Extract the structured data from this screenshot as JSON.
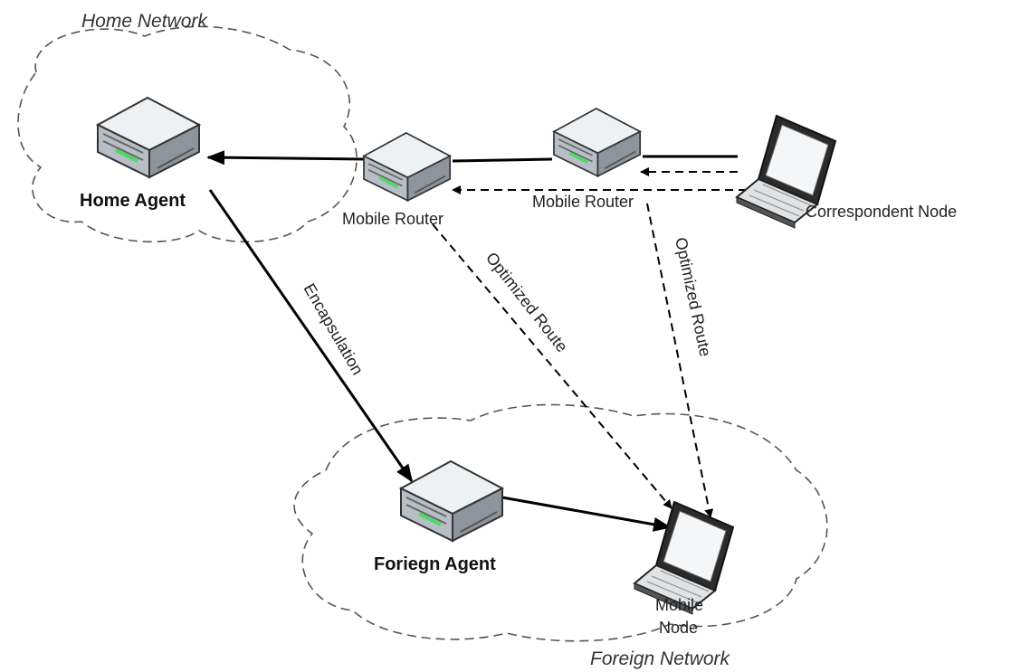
{
  "networks": {
    "home": "Home Network",
    "foreign": "Foreign Network"
  },
  "devices": {
    "home_agent": "Home Agent",
    "foreign_agent": "Foriegn Agent",
    "mobile_router_1": "Mobile Router",
    "mobile_router_2": "Mobile Router",
    "correspondent_node": "Correspondent Node",
    "mobile_node_line1": "Mobile",
    "mobile_node_line2": "Node"
  },
  "links": {
    "encapsulation": "Encapsulation",
    "optimized_route_1": "Optimized Route",
    "optimized_route_2": "Optimized Route"
  },
  "icons": [
    "router-icon",
    "laptop-icon",
    "cloud-icon",
    "arrow-icon"
  ]
}
